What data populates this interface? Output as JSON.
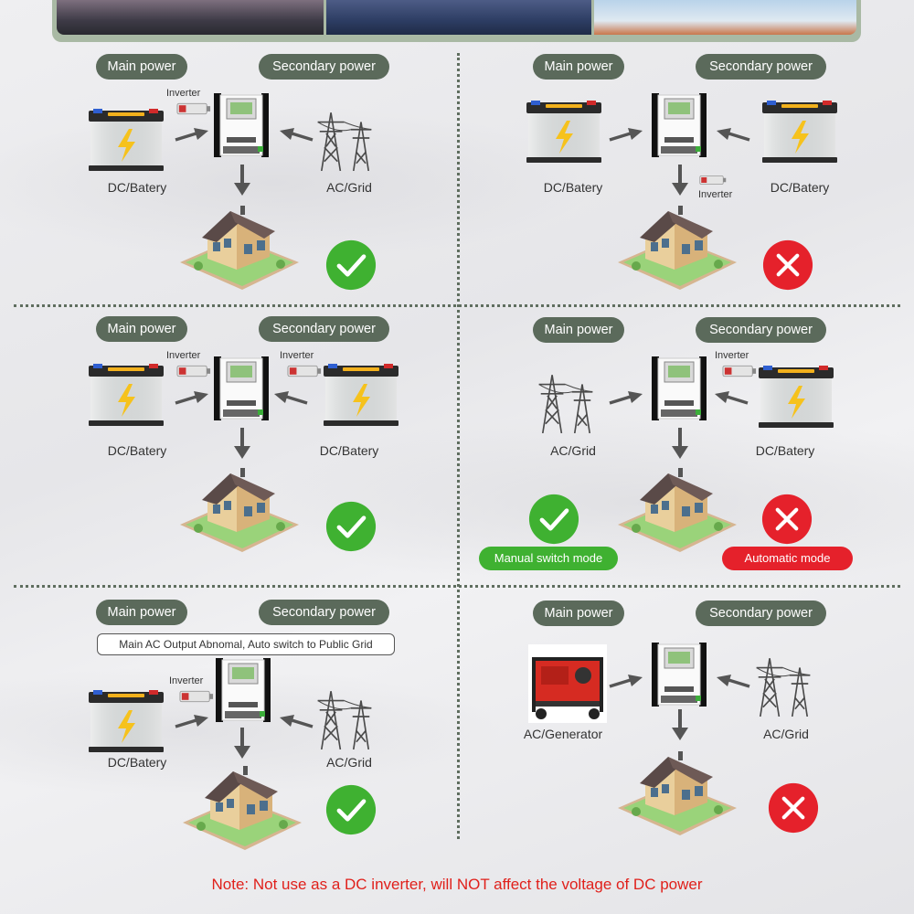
{
  "labels": {
    "main_power": "Main power",
    "secondary_power": "Secondary power",
    "inverter": "Inverter",
    "dc_battery": "DC/Batery",
    "ac_grid": "AC/Grid",
    "ac_generator": "AC/Generator"
  },
  "panels": [
    {
      "id": "p1",
      "result": "check"
    },
    {
      "id": "p2",
      "result": "cross"
    },
    {
      "id": "p3",
      "result": "check"
    },
    {
      "id": "p4",
      "result": "both"
    },
    {
      "id": "p5",
      "result": "check"
    },
    {
      "id": "p6",
      "result": "cross"
    }
  ],
  "modes": {
    "manual": "Manual switch mode",
    "automatic": "Automatic mode"
  },
  "auto_switch_note": "Main AC Output Abnomal, Auto switch to Public Grid",
  "footer_note": "Note: Not use as a DC inverter, will NOT affect the voltage of DC power",
  "colors": {
    "pill": "#5b6a5b",
    "check": "#3fb131",
    "cross": "#e5212b",
    "note": "#e0201b"
  }
}
